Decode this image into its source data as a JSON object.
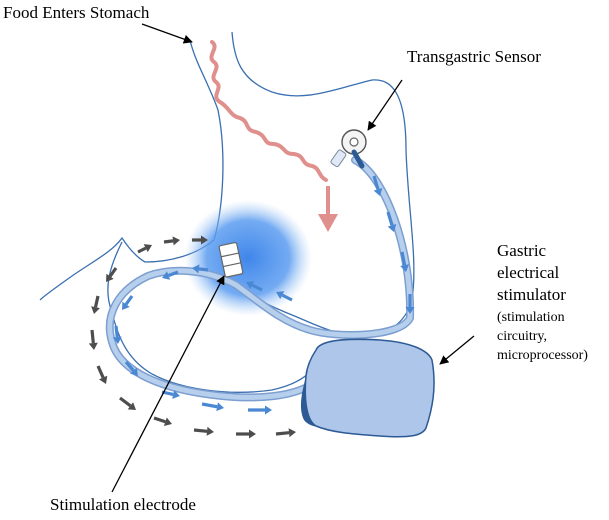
{
  "labels": {
    "food": "Food Enters Stomach",
    "sensor": "Transgastric Sensor",
    "stimulator_1": "Gastric",
    "stimulator_2": "electrical",
    "stimulator_3": "stimulator",
    "stimulator_4": "(stimulation",
    "stimulator_5": "circuitry,",
    "stimulator_6": "microprocessor)",
    "electrode": "Stimulation electrode"
  },
  "colors": {
    "stomach_outline": "#3a6fb0",
    "food_path": "#e0908c",
    "lead_wire": "#a9c4e4",
    "blue_arrows": "#4a88d4",
    "dark_arrows": "#4d4d4d",
    "device_body": "#adc6ea",
    "device_shadow": "#2d5a94",
    "glow": "#4f93ec"
  }
}
